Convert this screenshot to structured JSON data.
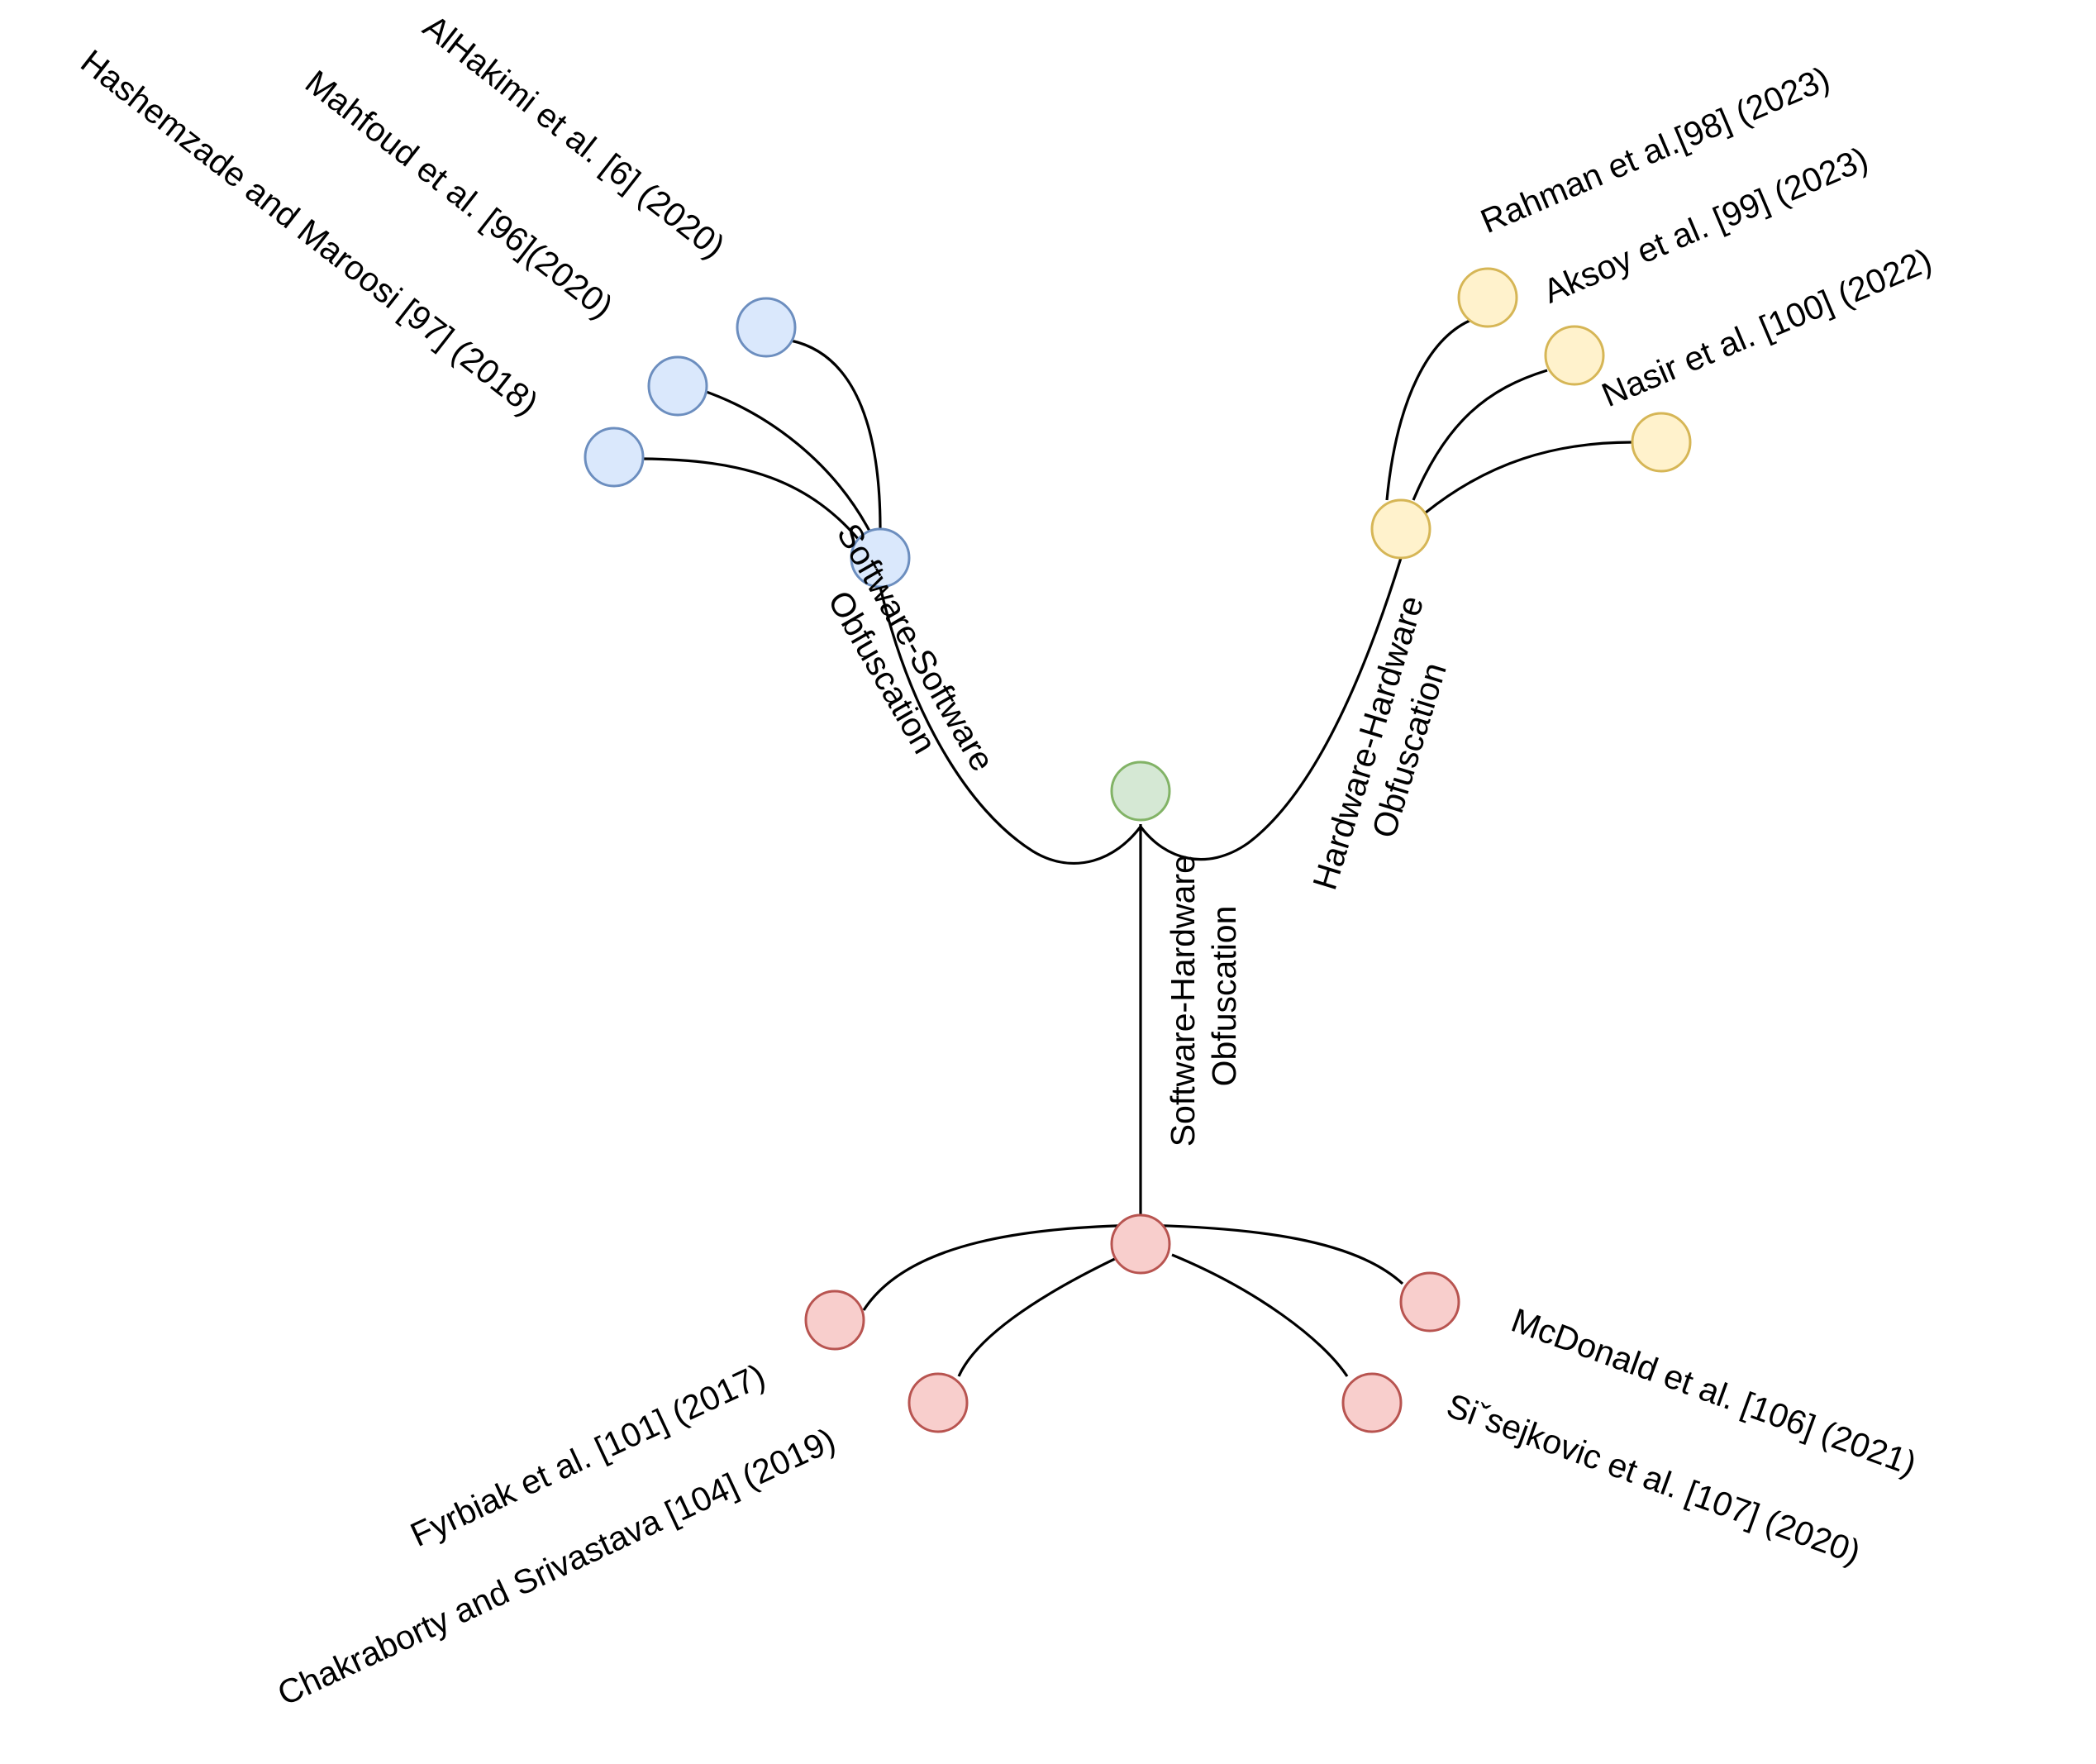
{
  "colors": {
    "root_fill": "#d5e8d4",
    "root_stroke": "#82b366",
    "software_fill": "#dae8fc",
    "software_stroke": "#6c8ebf",
    "hardware_fill": "#fff2cc",
    "hardware_stroke": "#d6b656",
    "mixed_fill": "#f8cecc",
    "mixed_stroke": "#b85450",
    "line": "#000000"
  },
  "branches": {
    "software_software": {
      "line1": "Software-Software",
      "line2": "Obfuscation"
    },
    "hardware_hardware": {
      "line1": "Hardware-Hardware",
      "line2": "Obfuscation"
    },
    "software_hardware": {
      "line1": "Software-Hardware",
      "line2": "Obfuscation"
    }
  },
  "leaves": {
    "alhakimi": "AlHakimi et al. [6] (2020)",
    "mahfoud": "Mahfoud et al. [96](2020)",
    "hashemzade": "Hashemzade and Maroosi [97] (2018)",
    "rahman": "Rahman et al.[98] (2023)",
    "aksoy": "Aksoy et al. [99] (2023)",
    "nasir": "Nasir et al. [100] (2022)",
    "fyrbiak": "Fyrbiak et al. [101] (2017)",
    "chakraborty": "Chakraborty and Srivastava [104] (2019)",
    "mcdonald": "McDonald et al. [106] (2021)",
    "sisejkovic": "Siˇsejkovic et al. [107] (2020)"
  }
}
